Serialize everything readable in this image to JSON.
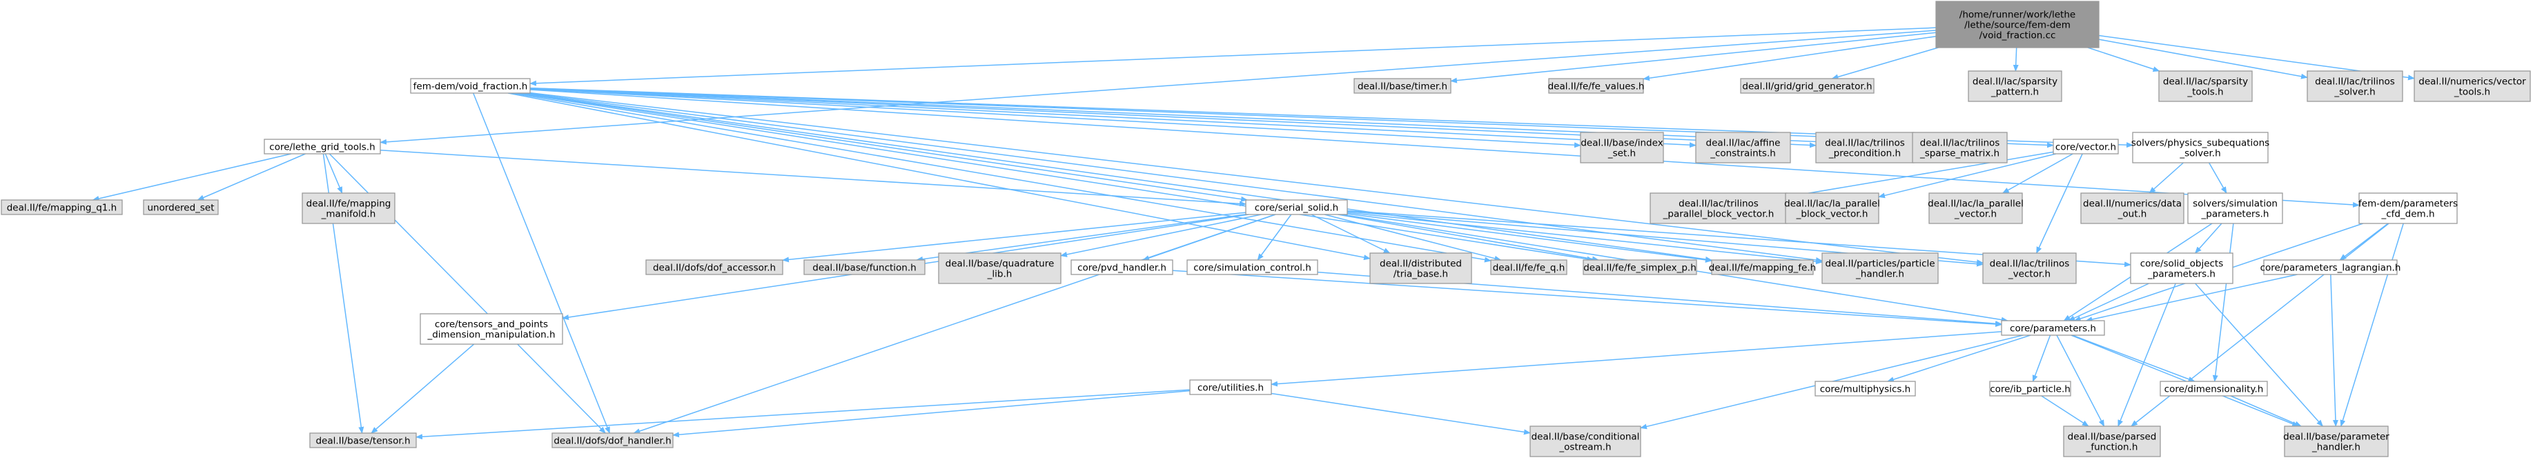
{
  "diagram": {
    "type": "include-dependency-graph",
    "palette": {
      "root_fill": "#999999",
      "system_fill": "#e0e0e0",
      "local_fill": "#ffffff",
      "local_border": "#666666",
      "truncated_border": "#ff0000",
      "edge_color": "#63b8ff"
    },
    "nodes": [
      {
        "id": "root",
        "lines": [
          "/home/runner/work/lethe",
          "/lethe/source/fem-dem",
          "/void_fraction.cc"
        ],
        "kind": "root"
      },
      {
        "id": "void_fraction_h",
        "lines": [
          "fem-dem/void_fraction.h"
        ],
        "kind": "local"
      },
      {
        "id": "timer",
        "lines": [
          "deal.II/base/timer.h"
        ],
        "kind": "system"
      },
      {
        "id": "fe_values",
        "lines": [
          "deal.II/fe/fe_values.h"
        ],
        "kind": "system"
      },
      {
        "id": "grid_generator",
        "lines": [
          "deal.II/grid/grid_generator.h"
        ],
        "kind": "system"
      },
      {
        "id": "sparsity_pattern",
        "lines": [
          "deal.II/lac/sparsity",
          "_pattern.h"
        ],
        "kind": "system"
      },
      {
        "id": "sparsity_tools",
        "lines": [
          "deal.II/lac/sparsity",
          "_tools.h"
        ],
        "kind": "system"
      },
      {
        "id": "trilinos_solver",
        "lines": [
          "deal.II/lac/trilinos",
          "_solver.h"
        ],
        "kind": "system"
      },
      {
        "id": "vector_tools",
        "lines": [
          "deal.II/numerics/vector",
          "_tools.h"
        ],
        "kind": "system"
      },
      {
        "id": "lethe_grid_tools",
        "lines": [
          "core/lethe_grid_tools.h"
        ],
        "kind": "local"
      },
      {
        "id": "index_set",
        "lines": [
          "deal.II/base/index",
          "_set.h"
        ],
        "kind": "system"
      },
      {
        "id": "affine_constraints",
        "lines": [
          "deal.II/lac/affine",
          "_constraints.h"
        ],
        "kind": "system"
      },
      {
        "id": "trilinos_precondition",
        "lines": [
          "deal.II/lac/trilinos",
          "_precondition.h"
        ],
        "kind": "system"
      },
      {
        "id": "trilinos_sparse_matrix",
        "lines": [
          "deal.II/lac/trilinos",
          "_sparse_matrix.h"
        ],
        "kind": "system"
      },
      {
        "id": "core_vector",
        "lines": [
          "core/vector.h"
        ],
        "kind": "local"
      },
      {
        "id": "physics_subequations",
        "lines": [
          "solvers/physics_subequations",
          "_solver.h"
        ],
        "kind": "local"
      },
      {
        "id": "cfd_dem",
        "lines": [
          "fem-dem/parameters",
          "_cfd_dem.h"
        ],
        "kind": "local"
      },
      {
        "id": "mapping_q1",
        "lines": [
          "deal.II/fe/mapping_q1.h"
        ],
        "kind": "system"
      },
      {
        "id": "unordered_set",
        "lines": [
          "unordered_set"
        ],
        "kind": "system"
      },
      {
        "id": "mapping_manifold",
        "lines": [
          "deal.II/fe/mapping",
          "_manifold.h"
        ],
        "kind": "system"
      },
      {
        "id": "serial_solid",
        "lines": [
          "core/serial_solid.h"
        ],
        "kind": "local"
      },
      {
        "id": "trilinos_parallel_block_vector",
        "lines": [
          "deal.II/lac/trilinos",
          "_parallel_block_vector.h"
        ],
        "kind": "system"
      },
      {
        "id": "la_parallel_block_vector",
        "lines": [
          "deal.II/lac/la_parallel",
          "_block_vector.h"
        ],
        "kind": "system"
      },
      {
        "id": "la_parallel_vector",
        "lines": [
          "deal.II/lac/la_parallel",
          "_vector.h"
        ],
        "kind": "system"
      },
      {
        "id": "data_out",
        "lines": [
          "deal.II/numerics/data",
          "_out.h"
        ],
        "kind": "system"
      },
      {
        "id": "simulation_parameters",
        "lines": [
          "solvers/simulation",
          "_parameters.h"
        ],
        "kind": "truncated"
      },
      {
        "id": "dof_accessor",
        "lines": [
          "deal.II/dofs/dof_accessor.h"
        ],
        "kind": "system"
      },
      {
        "id": "function",
        "lines": [
          "deal.II/base/function.h"
        ],
        "kind": "system"
      },
      {
        "id": "quadrature_lib",
        "lines": [
          "deal.II/base/quadrature",
          "_lib.h"
        ],
        "kind": "system"
      },
      {
        "id": "pvd_handler",
        "lines": [
          "core/pvd_handler.h"
        ],
        "kind": "local"
      },
      {
        "id": "simulation_control",
        "lines": [
          "core/simulation_control.h"
        ],
        "kind": "truncated"
      },
      {
        "id": "tria_base",
        "lines": [
          "deal.II/distributed",
          "/tria_base.h"
        ],
        "kind": "system"
      },
      {
        "id": "fe_q",
        "lines": [
          "deal.II/fe/fe_q.h"
        ],
        "kind": "system"
      },
      {
        "id": "fe_simplex_p",
        "lines": [
          "deal.II/fe/fe_simplex_p.h"
        ],
        "kind": "system"
      },
      {
        "id": "mapping_fe",
        "lines": [
          "deal.II/fe/mapping_fe.h"
        ],
        "kind": "system"
      },
      {
        "id": "particle_handler",
        "lines": [
          "deal.II/particles/particle",
          "_handler.h"
        ],
        "kind": "system"
      },
      {
        "id": "trilinos_vector",
        "lines": [
          "deal.II/lac/trilinos",
          "_vector.h"
        ],
        "kind": "system"
      },
      {
        "id": "solid_objects_parameters",
        "lines": [
          "core/solid_objects",
          "_parameters.h"
        ],
        "kind": "local"
      },
      {
        "id": "parameters_lagrangian",
        "lines": [
          "core/parameters_lagrangian.h"
        ],
        "kind": "truncated"
      },
      {
        "id": "tensors_and_points",
        "lines": [
          "core/tensors_and_points",
          "_dimension_manipulation.h"
        ],
        "kind": "truncated"
      },
      {
        "id": "core_parameters",
        "lines": [
          "core/parameters.h"
        ],
        "kind": "truncated"
      },
      {
        "id": "utilities",
        "lines": [
          "core/utilities.h"
        ],
        "kind": "truncated"
      },
      {
        "id": "multiphysics",
        "lines": [
          "core/multiphysics.h"
        ],
        "kind": "local"
      },
      {
        "id": "ib_particle",
        "lines": [
          "core/ib_particle.h"
        ],
        "kind": "truncated"
      },
      {
        "id": "dimensionality",
        "lines": [
          "core/dimensionality.h"
        ],
        "kind": "local"
      },
      {
        "id": "tensor",
        "lines": [
          "deal.II/base/tensor.h"
        ],
        "kind": "system"
      },
      {
        "id": "dof_handler",
        "lines": [
          "deal.II/dofs/dof_handler.h"
        ],
        "kind": "system"
      },
      {
        "id": "conditional_ostream",
        "lines": [
          "deal.II/base/conditional",
          "_ostream.h"
        ],
        "kind": "system"
      },
      {
        "id": "parsed_function",
        "lines": [
          "deal.II/base/parsed",
          "_function.h"
        ],
        "kind": "system"
      },
      {
        "id": "parameter_handler",
        "lines": [
          "deal.II/base/parameter",
          "_handler.h"
        ],
        "kind": "system"
      }
    ],
    "edges": [
      [
        "root",
        "void_fraction_h"
      ],
      [
        "root",
        "timer"
      ],
      [
        "root",
        "fe_values"
      ],
      [
        "root",
        "grid_generator"
      ],
      [
        "root",
        "sparsity_pattern"
      ],
      [
        "root",
        "sparsity_tools"
      ],
      [
        "root",
        "trilinos_solver"
      ],
      [
        "root",
        "vector_tools"
      ],
      [
        "root",
        "lethe_grid_tools"
      ],
      [
        "void_fraction_h",
        "index_set"
      ],
      [
        "void_fraction_h",
        "affine_constraints"
      ],
      [
        "void_fraction_h",
        "trilinos_precondition"
      ],
      [
        "void_fraction_h",
        "trilinos_sparse_matrix"
      ],
      [
        "void_fraction_h",
        "core_vector"
      ],
      [
        "void_fraction_h",
        "physics_subequations"
      ],
      [
        "void_fraction_h",
        "cfd_dem"
      ],
      [
        "void_fraction_h",
        "serial_solid"
      ],
      [
        "void_fraction_h",
        "tria_base"
      ],
      [
        "void_fraction_h",
        "fe_q"
      ],
      [
        "void_fraction_h",
        "fe_simplex_p"
      ],
      [
        "void_fraction_h",
        "mapping_fe"
      ],
      [
        "void_fraction_h",
        "particle_handler"
      ],
      [
        "void_fraction_h",
        "trilinos_vector"
      ],
      [
        "void_fraction_h",
        "dof_handler"
      ],
      [
        "lethe_grid_tools",
        "mapping_q1"
      ],
      [
        "lethe_grid_tools",
        "unordered_set"
      ],
      [
        "lethe_grid_tools",
        "mapping_manifold"
      ],
      [
        "lethe_grid_tools",
        "serial_solid"
      ],
      [
        "lethe_grid_tools",
        "tensor"
      ],
      [
        "lethe_grid_tools",
        "dof_handler"
      ],
      [
        "core_vector",
        "trilinos_parallel_block_vector"
      ],
      [
        "core_vector",
        "la_parallel_block_vector"
      ],
      [
        "core_vector",
        "la_parallel_vector"
      ],
      [
        "core_vector",
        "trilinos_vector"
      ],
      [
        "physics_subequations",
        "data_out"
      ],
      [
        "physics_subequations",
        "simulation_parameters"
      ],
      [
        "simulation_parameters",
        "core_parameters"
      ],
      [
        "simulation_parameters",
        "solid_objects_parameters"
      ],
      [
        "simulation_parameters",
        "dimensionality"
      ],
      [
        "cfd_dem",
        "parameters_lagrangian"
      ],
      [
        "cfd_dem",
        "core_parameters"
      ],
      [
        "cfd_dem",
        "parsed_function"
      ],
      [
        "cfd_dem",
        "parameter_handler"
      ],
      [
        "serial_solid",
        "tensors_and_points"
      ],
      [
        "serial_solid",
        "dof_accessor"
      ],
      [
        "serial_solid",
        "function"
      ],
      [
        "serial_solid",
        "quadrature_lib"
      ],
      [
        "serial_solid",
        "pvd_handler"
      ],
      [
        "serial_solid",
        "simulation_control"
      ],
      [
        "serial_solid",
        "tria_base"
      ],
      [
        "serial_solid",
        "fe_q"
      ],
      [
        "serial_solid",
        "fe_simplex_p"
      ],
      [
        "serial_solid",
        "mapping_fe"
      ],
      [
        "serial_solid",
        "particle_handler"
      ],
      [
        "serial_solid",
        "trilinos_vector"
      ],
      [
        "serial_solid",
        "solid_objects_parameters"
      ],
      [
        "serial_solid",
        "core_parameters"
      ],
      [
        "serial_solid",
        "dof_handler"
      ],
      [
        "tensors_and_points",
        "tensor"
      ],
      [
        "pvd_handler",
        "core_parameters"
      ],
      [
        "simulation_control",
        "core_parameters"
      ],
      [
        "solid_objects_parameters",
        "core_parameters"
      ],
      [
        "solid_objects_parameters",
        "parsed_function"
      ],
      [
        "solid_objects_parameters",
        "parameter_handler"
      ],
      [
        "parameters_lagrangian",
        "core_parameters"
      ],
      [
        "parameters_lagrangian",
        "parameter_handler"
      ],
      [
        "core_parameters",
        "utilities"
      ],
      [
        "core_parameters",
        "multiphysics"
      ],
      [
        "core_parameters",
        "ib_particle"
      ],
      [
        "core_parameters",
        "dimensionality"
      ],
      [
        "core_parameters",
        "conditional_ostream"
      ],
      [
        "core_parameters",
        "parsed_function"
      ],
      [
        "core_parameters",
        "parameter_handler"
      ],
      [
        "utilities",
        "tensor"
      ],
      [
        "utilities",
        "dof_handler"
      ],
      [
        "utilities",
        "conditional_ostream"
      ],
      [
        "ib_particle",
        "parsed_function"
      ],
      [
        "dimensionality",
        "parameter_handler"
      ]
    ]
  }
}
